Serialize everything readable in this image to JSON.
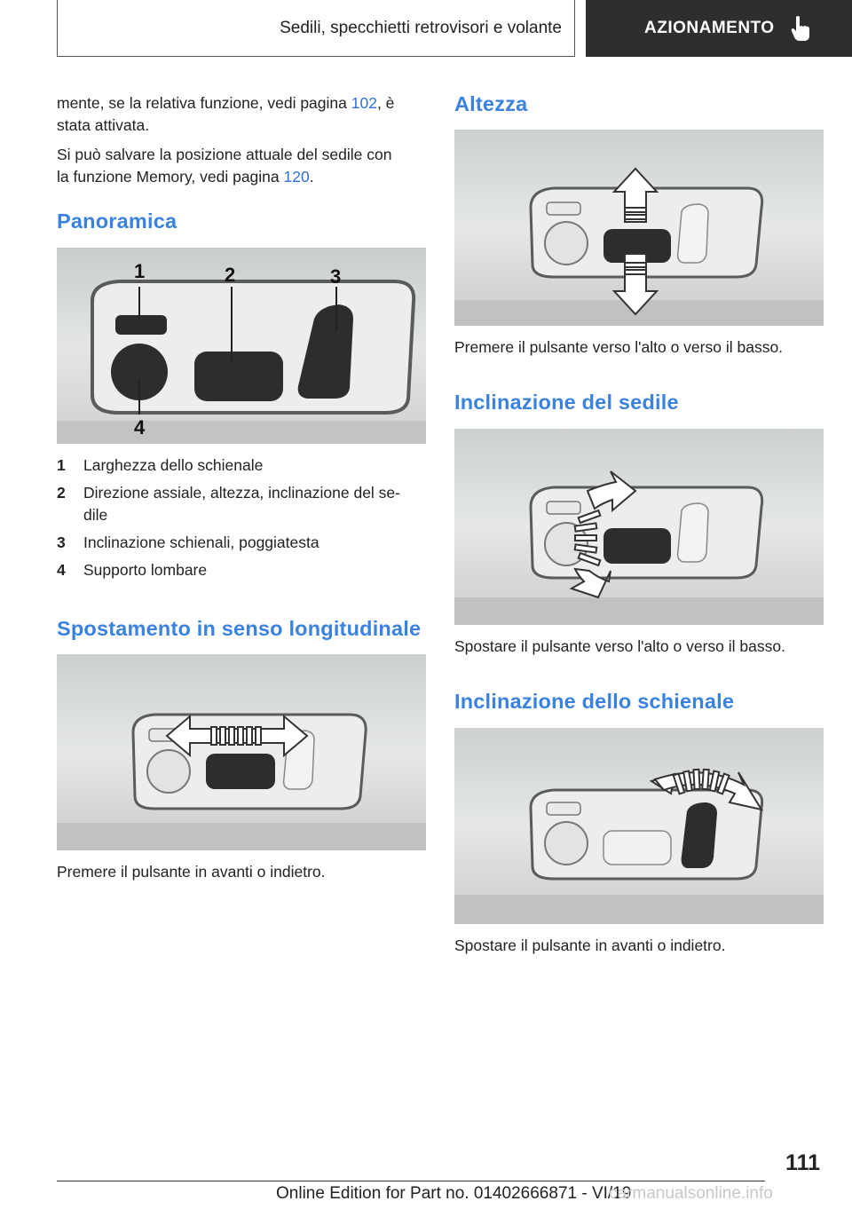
{
  "header": {
    "section": "Sedili, specchietti retrovisori e volante",
    "chapter": "AZIONAMENTO"
  },
  "left": {
    "para1_a": "mente, se la relativa funzione, vedi pagina ",
    "para1_link": "102",
    "para1_b": ", è",
    "para1_c": "stata attivata.",
    "para2_a": "Si può salvare la posizione attuale del sedile con",
    "para2_b": "la funzione Memory, vedi pagina ",
    "para2_link": "120",
    "para2_c": ".",
    "heading_overview": "Panoramica",
    "callouts": [
      "1",
      "2",
      "3",
      "4"
    ],
    "items": [
      {
        "num": "1",
        "text": "Larghezza dello schienale"
      },
      {
        "num": "2",
        "text": "Direzione assiale, altezza, inclinazione del se-",
        "text2": "dile"
      },
      {
        "num": "3",
        "text": "Inclinazione schienali, poggiatesta"
      },
      {
        "num": "4",
        "text": "Supporto lombare"
      }
    ],
    "heading_longitudinal": "Spostamento in senso longitudinale",
    "caption_longitudinal": "Premere il pulsante in avanti o indietro."
  },
  "right": {
    "heading_height": "Altezza",
    "caption_height": "Premere il pulsante verso l'alto o verso il basso.",
    "heading_seat_tilt": "Inclinazione del sedile",
    "caption_seat_tilt": "Spostare il pulsante verso l'alto o verso il basso.",
    "heading_backrest": "Inclinazione dello schienale",
    "caption_backrest": "Spostare il pulsante in avanti o indietro."
  },
  "footer": {
    "page_number": "111",
    "edition": "Online Edition for Part no. 01402666871 - VI/19",
    "watermark": "carmanualsonline.info"
  },
  "colors": {
    "heading": "#3b82e0",
    "link": "#2f6fd8",
    "header_dark": "#2e2e2e"
  }
}
